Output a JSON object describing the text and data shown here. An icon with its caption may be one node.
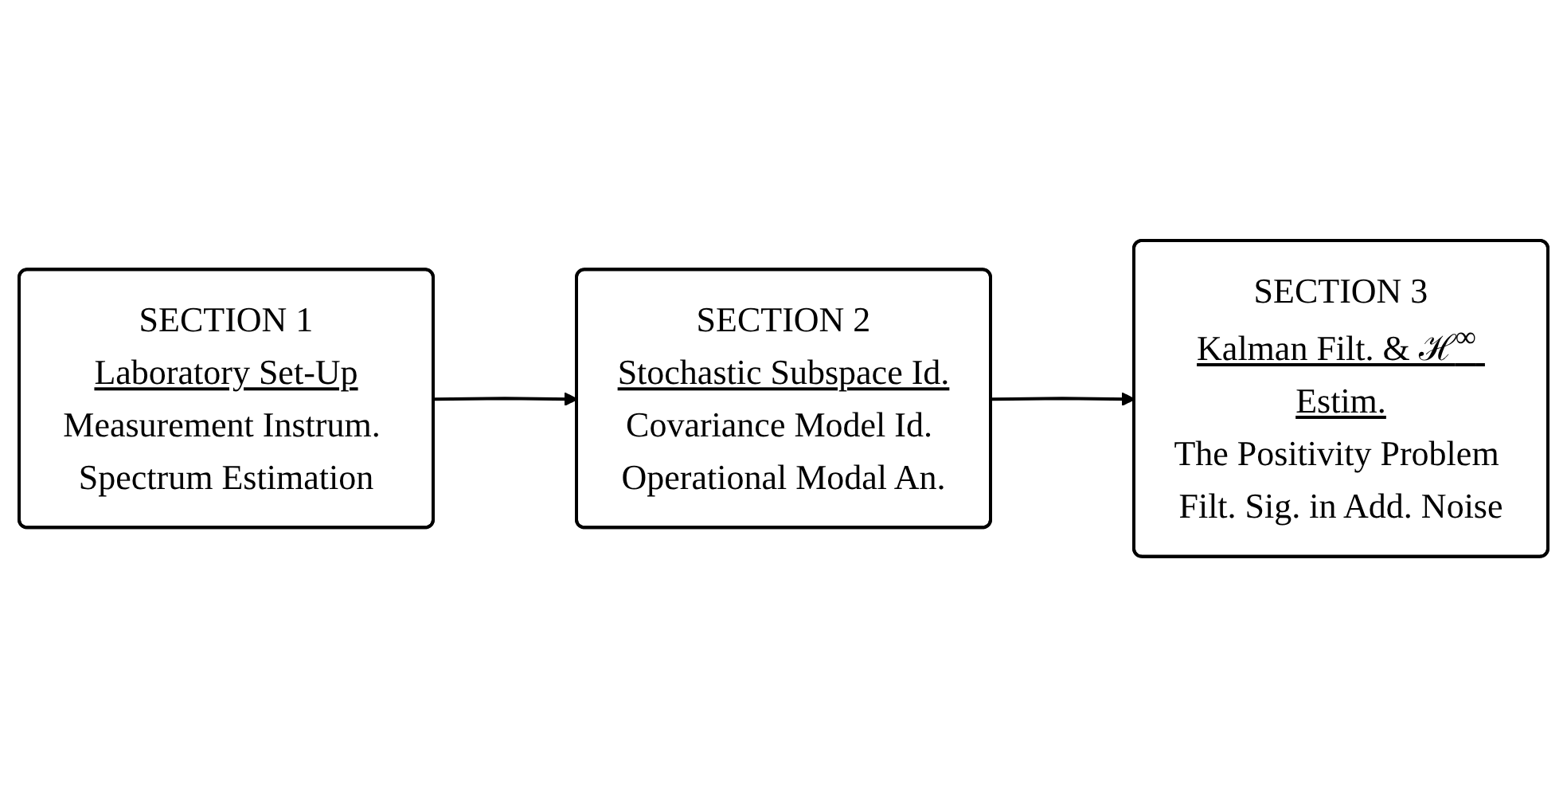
{
  "diagram": {
    "nodes": [
      {
        "text": [
          "SECTION 1",
          "Laboratory Set-Up",
          "Measurement Instrum. Spectrum Estimation"
        ]
      },
      {
        "text": [
          "SECTION 2",
          "Stochastic Subspace Id.",
          "Covariance Model Id. Operational Modal An."
        ]
      },
      {
        "text": [
          "SECTION 3",
          "Kalman Filt. & ℋ$^{∞}$ Estim.",
          "The Positivity Problem Filt. Sig. in Add. Noise"
        ]
      }
    ],
    "edges": [
      {
        "from": 0,
        "to": 1,
        "arrow": "to"
      },
      {
        "from": 1,
        "to": 2,
        "arrow": "to"
      }
    ]
  }
}
